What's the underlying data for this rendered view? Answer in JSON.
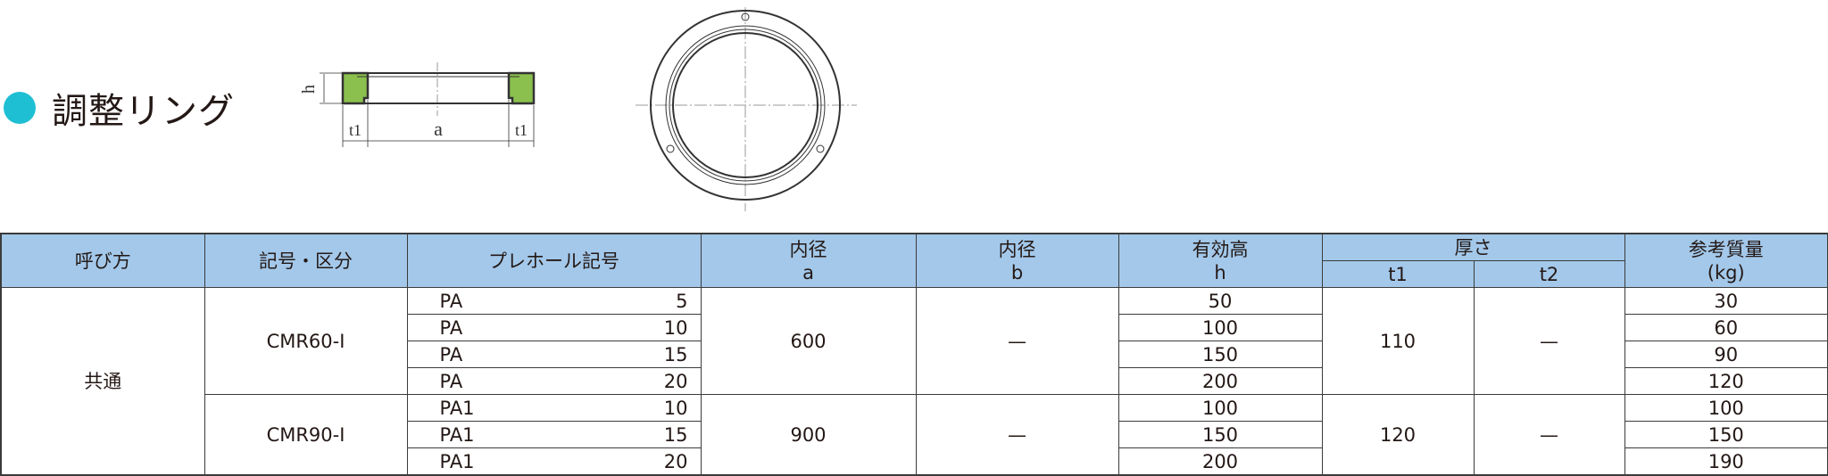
{
  "section": {
    "title": "調整リング",
    "bullet_color": "#1fbfd3"
  },
  "diagram": {
    "labels": {
      "h": "h",
      "a": "a",
      "t1_left": "t1",
      "t1_right": "t1"
    },
    "fill_color": "#8bc04e"
  },
  "table": {
    "header_color": "#a3c8ea",
    "headers": {
      "name": "呼び方",
      "code": "記号・区分",
      "plate": "プレホール記号",
      "a_top": "内径",
      "a_bottom": "a",
      "b_top": "内径",
      "b_bottom": "b",
      "h_top": "有効高",
      "h_bottom": "h",
      "thick": "厚さ",
      "t1": "t1",
      "t2": "t2",
      "mass_top": "参考質量",
      "mass_bottom": "(kg)"
    },
    "name": "共通",
    "groups": [
      {
        "code": "CMR60-Ⅰ",
        "a": "600",
        "b": "—",
        "t1": "110",
        "t2": "—",
        "rows": [
          {
            "plate": "PA",
            "num": "5",
            "h": "50",
            "mass": "30"
          },
          {
            "plate": "PA",
            "num": "10",
            "h": "100",
            "mass": "60"
          },
          {
            "plate": "PA",
            "num": "15",
            "h": "150",
            "mass": "90"
          },
          {
            "plate": "PA",
            "num": "20",
            "h": "200",
            "mass": "120"
          }
        ]
      },
      {
        "code": "CMR90-Ⅰ",
        "a": "900",
        "b": "—",
        "t1": "120",
        "t2": "—",
        "rows": [
          {
            "plate": "PA1",
            "num": "10",
            "h": "100",
            "mass": "100"
          },
          {
            "plate": "PA1",
            "num": "15",
            "h": "150",
            "mass": "150"
          },
          {
            "plate": "PA1",
            "num": "20",
            "h": "200",
            "mass": "190"
          }
        ]
      }
    ]
  }
}
